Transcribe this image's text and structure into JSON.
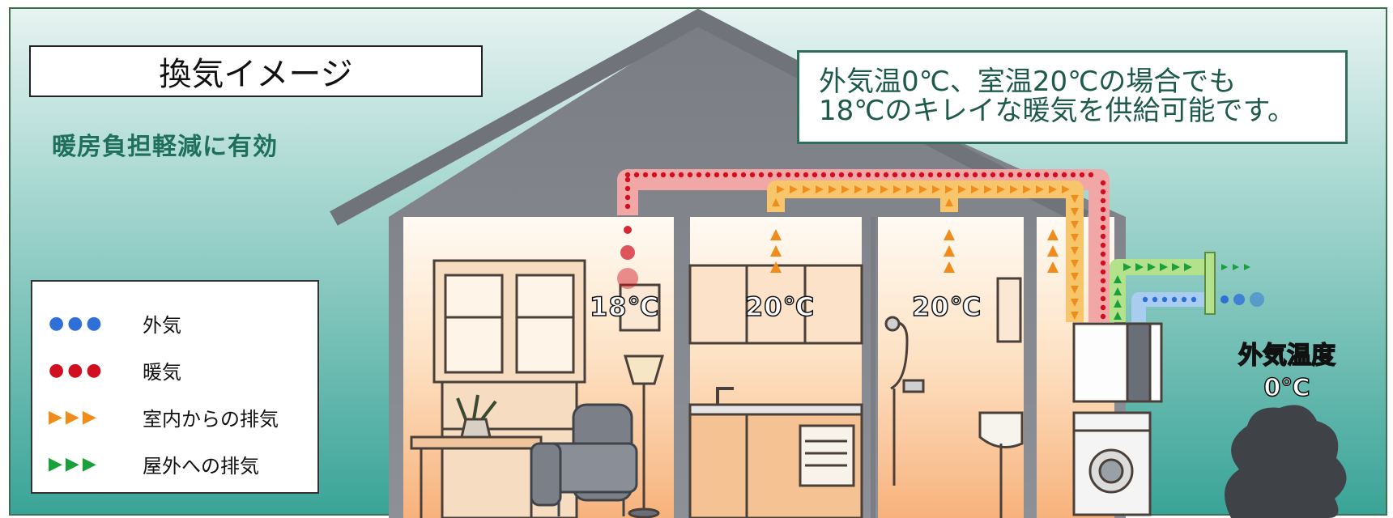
{
  "title": "換気イメージ",
  "subtitle": "暖房負担軽減に有効",
  "info": {
    "line1": "外気温0℃、室温20℃の場合でも",
    "line2": "18℃のキレイな暖気を供給可能です。"
  },
  "legend": [
    {
      "marker": "●●●",
      "label": "外気",
      "color": "#2f6fd8"
    },
    {
      "marker": "●●●",
      "label": "暖気",
      "color": "#d01020"
    },
    {
      "marker": "▶▶▶",
      "label": "室内からの排気",
      "color": "#f08c1a"
    },
    {
      "marker": "▶▶▶",
      "label": "屋外への排気",
      "color": "#1aa03a"
    }
  ],
  "rooms": {
    "living": "18℃",
    "kitchen": "20℃",
    "bath": "20℃"
  },
  "outside": {
    "line1": "外気温度",
    "line2": "0℃"
  },
  "colors": {
    "warm_air": "#d01020",
    "outdoor_air": "#2f6fd8",
    "indoor_exhaust": "#f08c1a",
    "outdoor_exhaust": "#1aa03a",
    "frame": "#2f6e5a"
  }
}
